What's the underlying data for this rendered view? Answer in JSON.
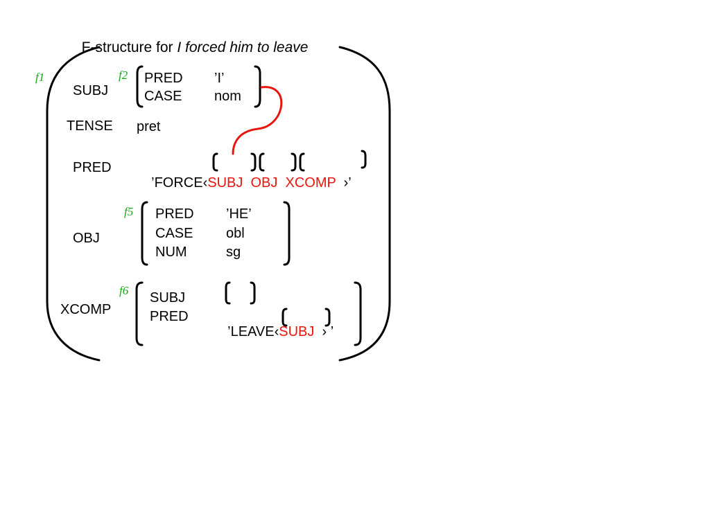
{
  "title": {
    "prefix": "F-structure for ",
    "sentence": "I forced him to leave"
  },
  "labels": {
    "f1": "f1",
    "f2": "f2",
    "f5": "f5",
    "f6": "f6"
  },
  "outer": {
    "subj_attr": "SUBJ",
    "tense_attr": "TENSE",
    "tense_val": "pret",
    "pred_attr": "PRED",
    "pred_prefix": "’FORCE‹",
    "pred_args": [
      "SUBJ",
      "OBJ",
      "XCOMP"
    ],
    "pred_suffix": "›’",
    "obj_attr": "OBJ",
    "xcomp_attr": "XCOMP"
  },
  "subj": {
    "pred_attr": "PRED",
    "pred_val": "’I’",
    "case_attr": "CASE",
    "case_val": "nom"
  },
  "obj": {
    "pred_attr": "PRED",
    "pred_val": "’HE’",
    "case_attr": "CASE",
    "case_val": "obl",
    "num_attr": "NUM",
    "num_val": "sg"
  },
  "xcomp": {
    "subj_attr": "SUBJ",
    "pred_attr": "PRED",
    "pred_prefix": "’LEAVE‹",
    "pred_arg": "SUBJ",
    "pred_suffix": "› ’"
  },
  "colors": {
    "highlight": "#e8150e",
    "label": "#18a818",
    "ink": "#000000"
  }
}
